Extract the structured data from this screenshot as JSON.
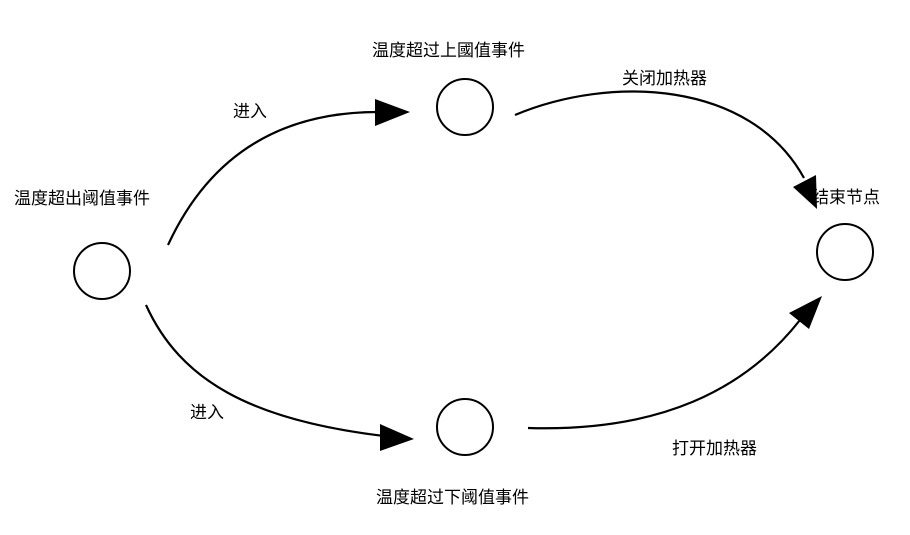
{
  "nodes": {
    "start": {
      "label": "温度超出阈值事件"
    },
    "upper": {
      "label": "温度超过上國值事件"
    },
    "lower": {
      "label": "温度超过下阈值事件"
    },
    "end": {
      "label": "结束节点"
    }
  },
  "edges": {
    "start_to_upper": {
      "label": "进入"
    },
    "start_to_lower": {
      "label": "进入"
    },
    "upper_to_end": {
      "label": "关闭加热器"
    },
    "lower_to_end": {
      "label": "打开加热器"
    }
  },
  "colors": {
    "stroke": "#000000",
    "background": "#ffffff"
  }
}
